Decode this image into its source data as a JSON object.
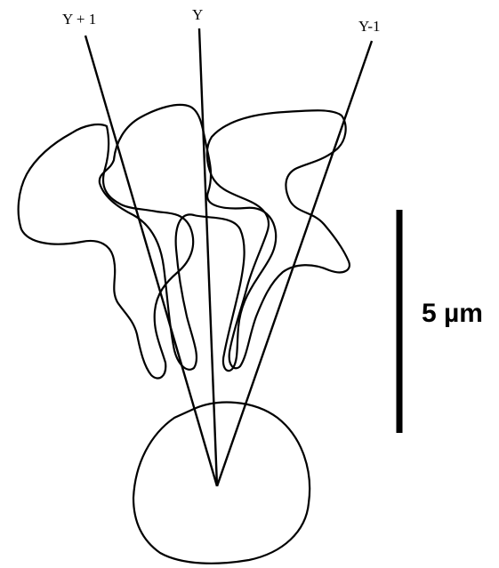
{
  "labels": {
    "y_plus_1": "Y + 1",
    "y": "Y",
    "y_minus_1": "Y-1"
  },
  "scale_bar": {
    "label": "5 µm"
  },
  "colors": {
    "stroke": "#000000",
    "background": "#ffffff"
  }
}
